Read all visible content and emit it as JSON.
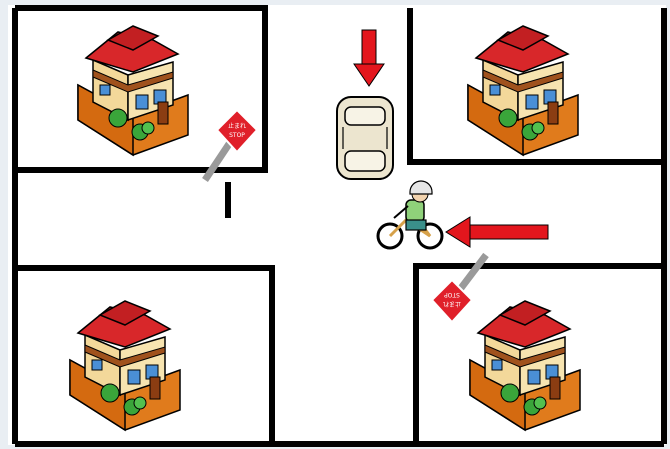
{
  "scene": {
    "road_color": "#ffffff",
    "block_line_color": "#000000",
    "frame_bg": "#e9eef3"
  },
  "houses": [
    {
      "id": "house-top-left"
    },
    {
      "id": "house-top-right"
    },
    {
      "id": "house-bottom-left"
    },
    {
      "id": "house-bottom-right"
    }
  ],
  "stop_signs": [
    {
      "id": "stop-sign-top-left",
      "text_ja": "止まれ",
      "text_en": "STOP",
      "color": "#e0202a"
    },
    {
      "id": "stop-sign-bottom-right",
      "text_ja": "止まれ",
      "text_en": "STOP",
      "color": "#e0202a"
    }
  ],
  "vehicles": {
    "car": {
      "heading": "down",
      "color": "#ece5cf"
    },
    "bicycle": {
      "heading": "left",
      "rider_shirt": "#8fd17a"
    }
  },
  "arrows": [
    {
      "id": "car-direction-arrow",
      "direction": "down",
      "color": "#e3161d"
    },
    {
      "id": "bicycle-direction-arrow",
      "direction": "left",
      "color": "#e3161d"
    }
  ]
}
